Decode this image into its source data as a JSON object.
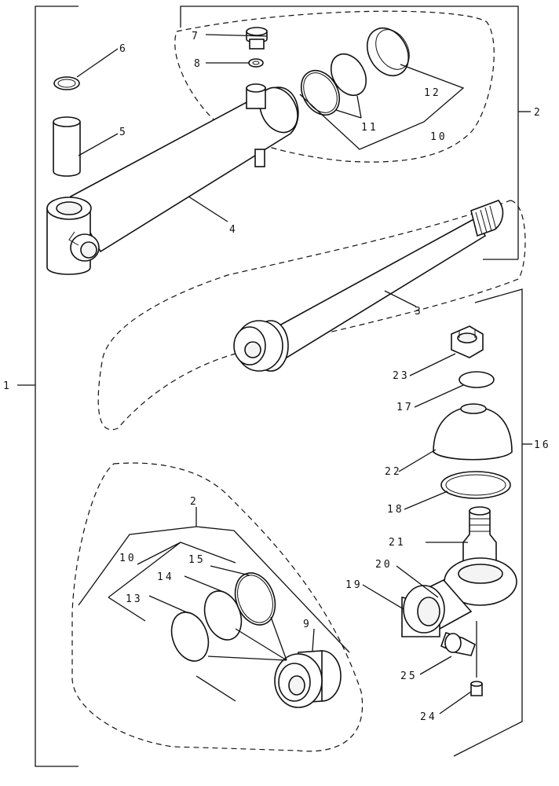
{
  "callouts": {
    "c1": "1",
    "c2a": "2",
    "c2b": "2",
    "c3": "3",
    "c4": "4",
    "c5": "5",
    "c6": "6",
    "c7": "7",
    "c8": "8",
    "c9": "9",
    "c10a": "10",
    "c10b": "10",
    "c11": "11",
    "c12": "12",
    "c13": "13",
    "c14": "14",
    "c15": "15",
    "c16": "16",
    "c17": "17",
    "c18": "18",
    "c19": "19",
    "c20": "20",
    "c21": "21",
    "c22": "22",
    "c23": "23",
    "c24": "24",
    "c25": "25"
  }
}
